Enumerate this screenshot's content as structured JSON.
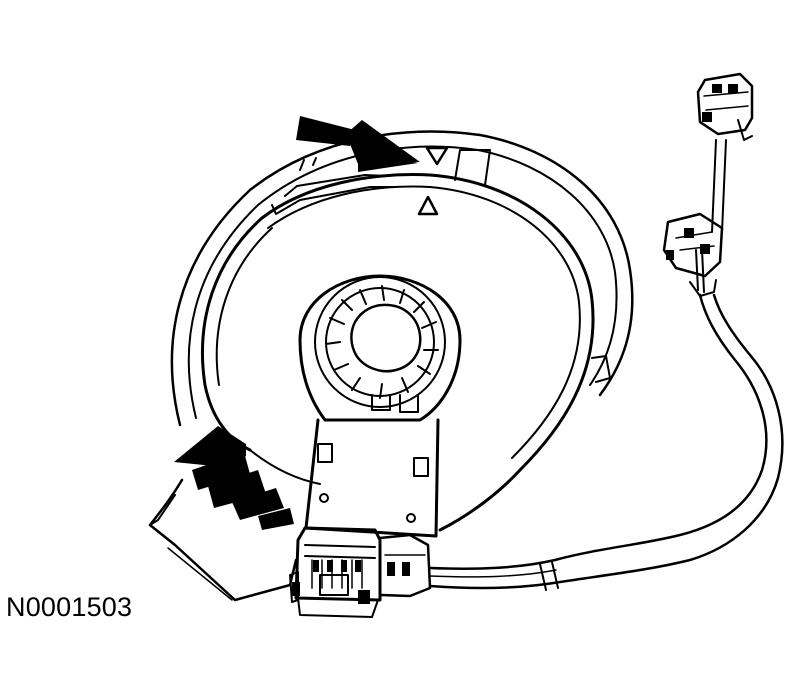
{
  "figure": {
    "id_label": "N0001503",
    "subject": "clockspring-assembly",
    "colors": {
      "ink": "#000000",
      "paper": "#ffffff"
    },
    "arrow_count": 2,
    "alignment_marks": [
      "down-triangle-mark",
      "up-triangle-mark"
    ]
  }
}
